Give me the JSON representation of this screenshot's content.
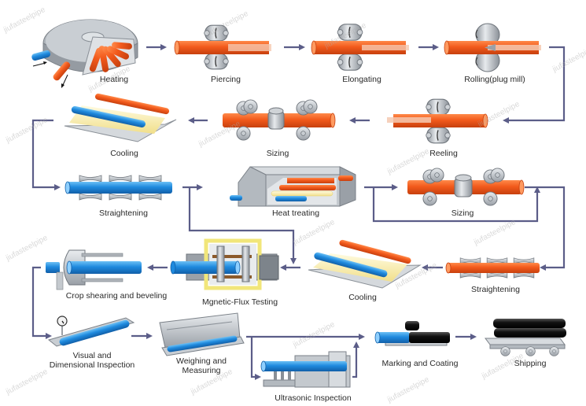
{
  "title": "Seamless steel pipe production process",
  "watermark": "jiufasteelpipe",
  "colors": {
    "hot_pipe": "#f05a1e",
    "hot_pipe_dark": "#c93d0a",
    "cool_pipe": "#1e88d8",
    "warm_pipe": "#f7e79a",
    "coated_pipe": "#111111",
    "machine": "#b9bec4",
    "machine_dark": "#7e858c",
    "arrow": "#5b5d88",
    "mft_frame": "#f5ec8c",
    "label": "#2a2a2a"
  },
  "steps": [
    {
      "id": "heating",
      "label": "Heating"
    },
    {
      "id": "piercing",
      "label": "Piercing"
    },
    {
      "id": "elongating",
      "label": "Elongating"
    },
    {
      "id": "rolling",
      "label": "Rolling(plug mill)"
    },
    {
      "id": "reeling",
      "label": "Reeling"
    },
    {
      "id": "sizing-1",
      "label": "Sizing"
    },
    {
      "id": "cooling-1",
      "label": "Cooling"
    },
    {
      "id": "straightening-1",
      "label": "Straightening"
    },
    {
      "id": "heat-treating",
      "label": "Heat treating"
    },
    {
      "id": "sizing-2",
      "label": "Sizing"
    },
    {
      "id": "straightening-2",
      "label": "Straightening"
    },
    {
      "id": "cooling-2",
      "label": "Cooling"
    },
    {
      "id": "magnetic-flux-testing",
      "label": "Mgnetic-Flux Testing"
    },
    {
      "id": "crop-shearing",
      "label": "Crop shearing and beveling"
    },
    {
      "id": "visual-inspection",
      "label_line1": "Visual and",
      "label_line2": "Dimensional Inspection"
    },
    {
      "id": "weighing",
      "label_line1": "Weighing and",
      "label_line2": "Measuring"
    },
    {
      "id": "ultrasonic-inspection",
      "label": "Ultrasonic Inspection"
    },
    {
      "id": "marking-coating",
      "label": "Marking and Coating"
    },
    {
      "id": "shipping",
      "label": "Shipping"
    }
  ]
}
